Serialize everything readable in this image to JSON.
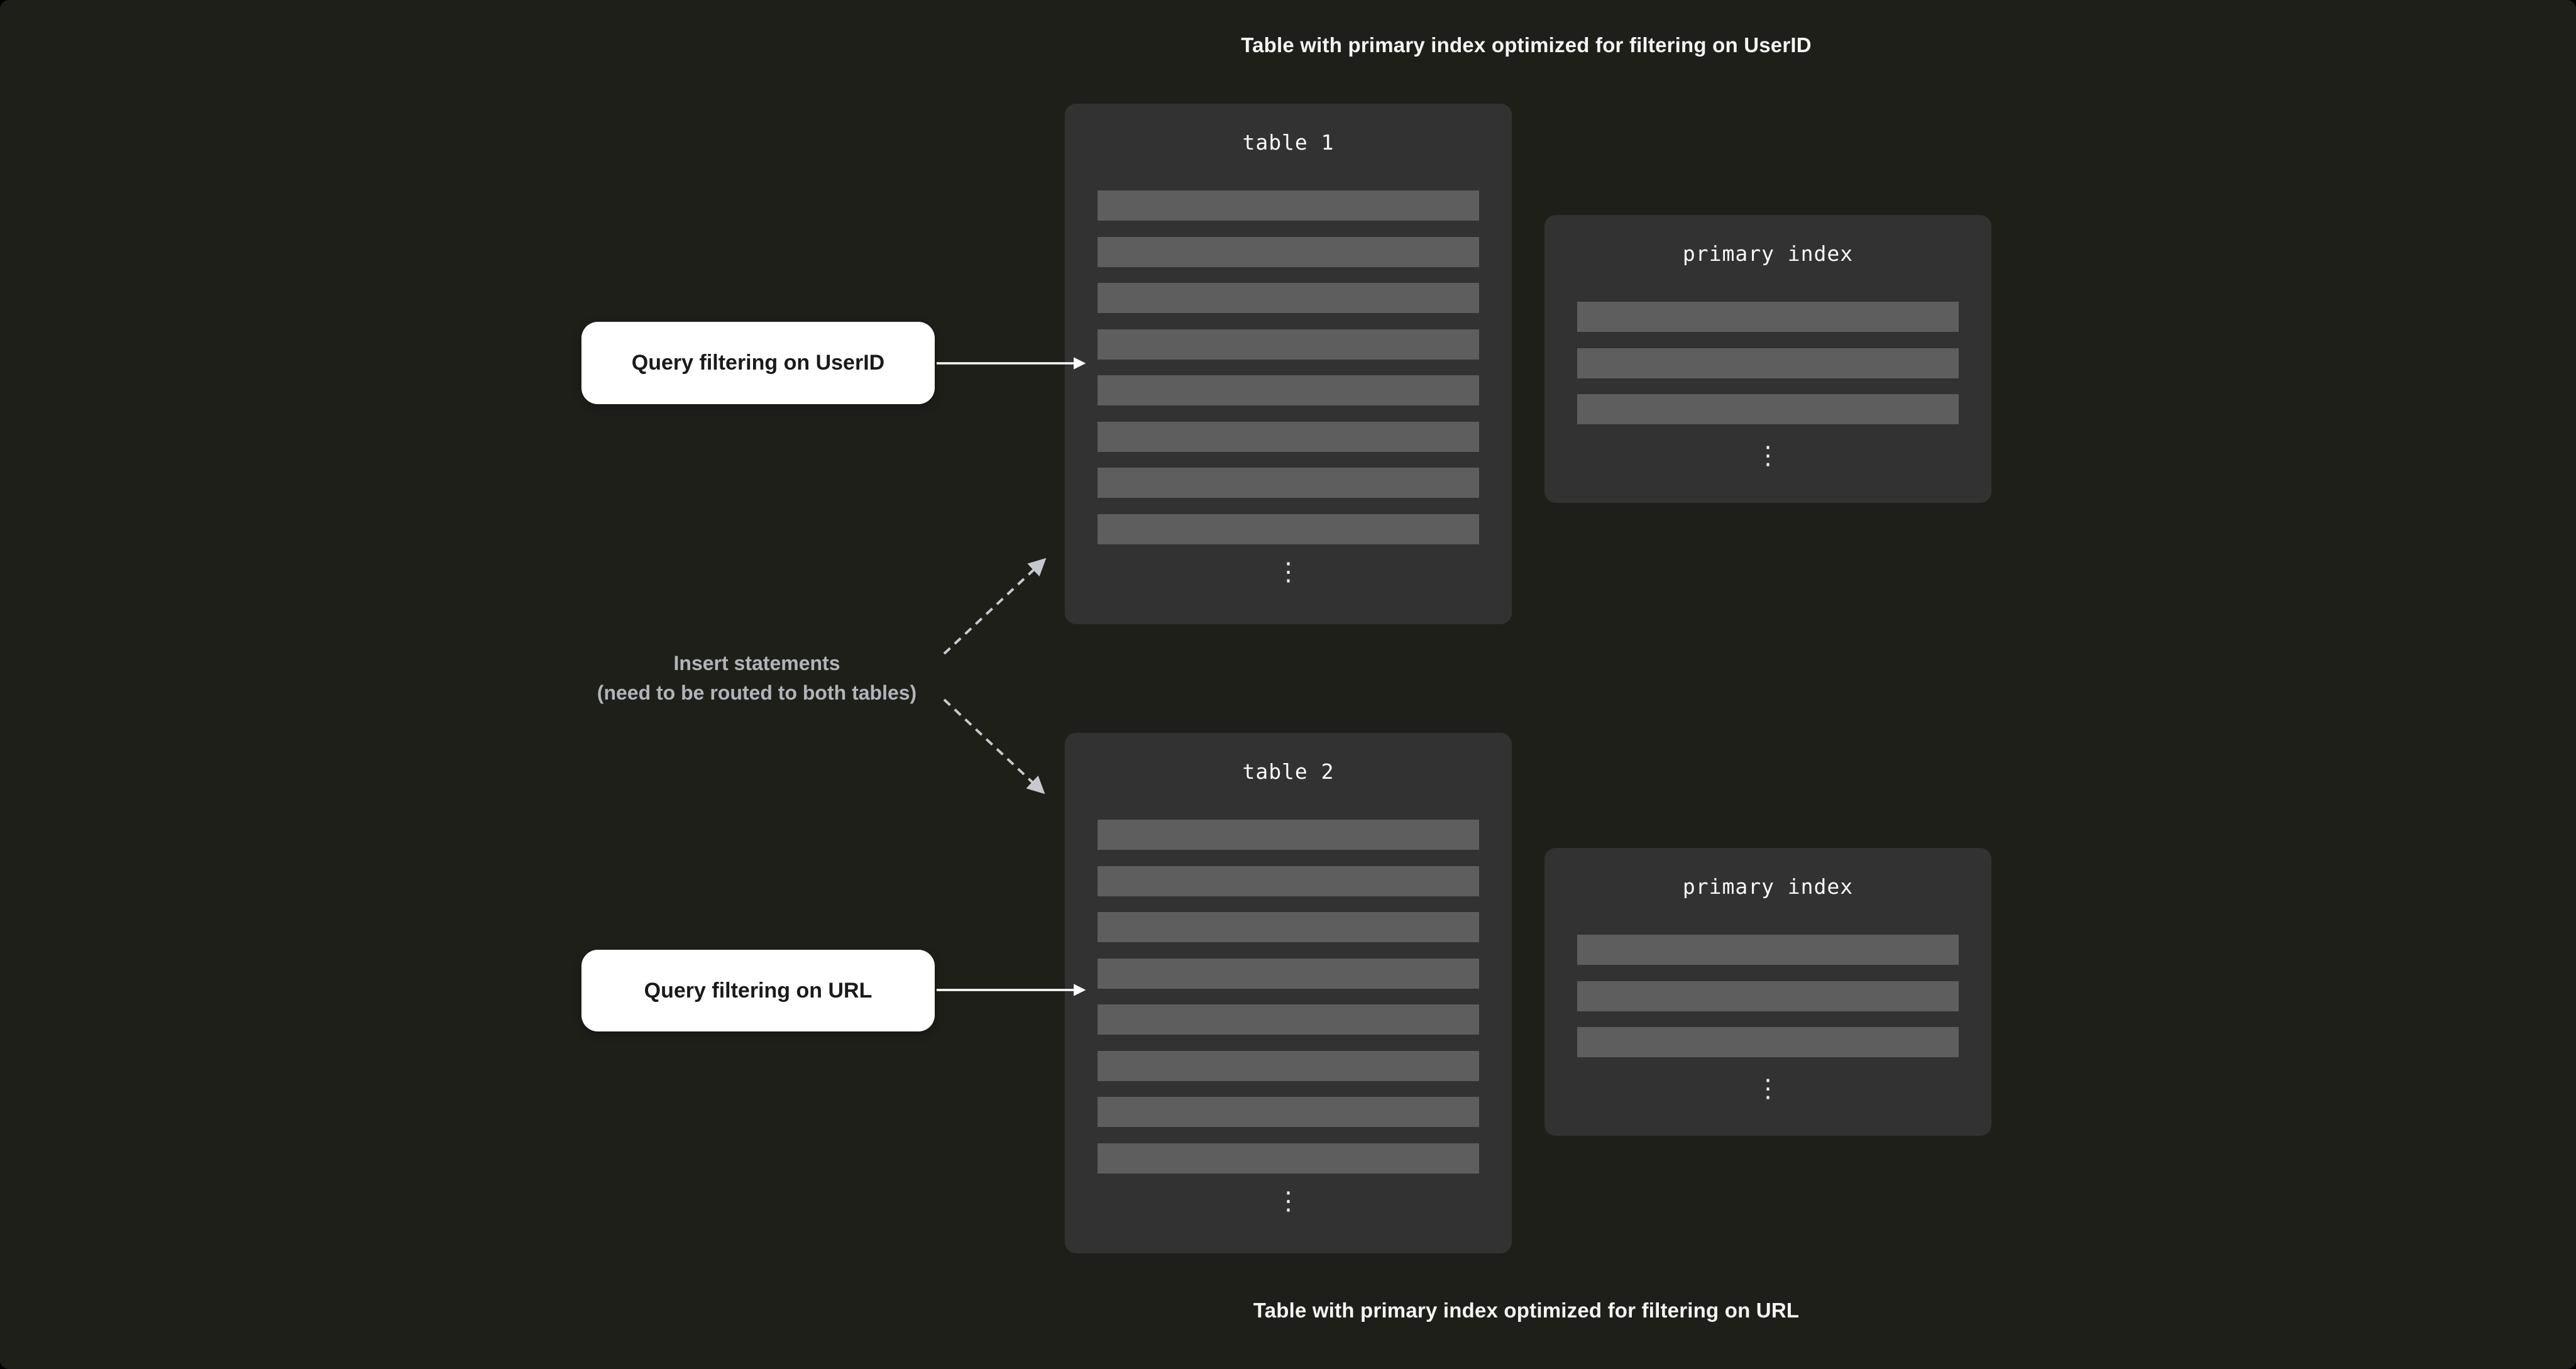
{
  "colors": {
    "page_bg": "#000000",
    "surface_bg": "#1f1f1a",
    "panel_bg": "#323232",
    "row_fill": "#5e5e5e",
    "title_text": "#fafafa",
    "caption_text": "#f5f5f5",
    "label_bg": "#ffffff",
    "label_text": "#1a1a1a",
    "muted_text": "#b1b4b9",
    "solid_arrow": "#ffffff",
    "dashed_arrow": "#c6cace"
  },
  "captions": {
    "top": "Table with primary index optimized for filtering on UserID",
    "bottom": "Table with primary index optimized for filtering on URL"
  },
  "query_labels": {
    "userid": "Query filtering on UserID",
    "url": "Query filtering on URL"
  },
  "insert_note": {
    "line1": "Insert statements",
    "line2": "(need to be routed to both tables)"
  },
  "tables": [
    {
      "title": "table 1",
      "row_count": 8,
      "ellipsis": "⋮"
    },
    {
      "title": "table 2",
      "row_count": 8,
      "ellipsis": "⋮"
    }
  ],
  "indexes": [
    {
      "title": "primary index",
      "row_count": 3,
      "ellipsis": "⋮"
    },
    {
      "title": "primary index",
      "row_count": 3,
      "ellipsis": "⋮"
    }
  ]
}
